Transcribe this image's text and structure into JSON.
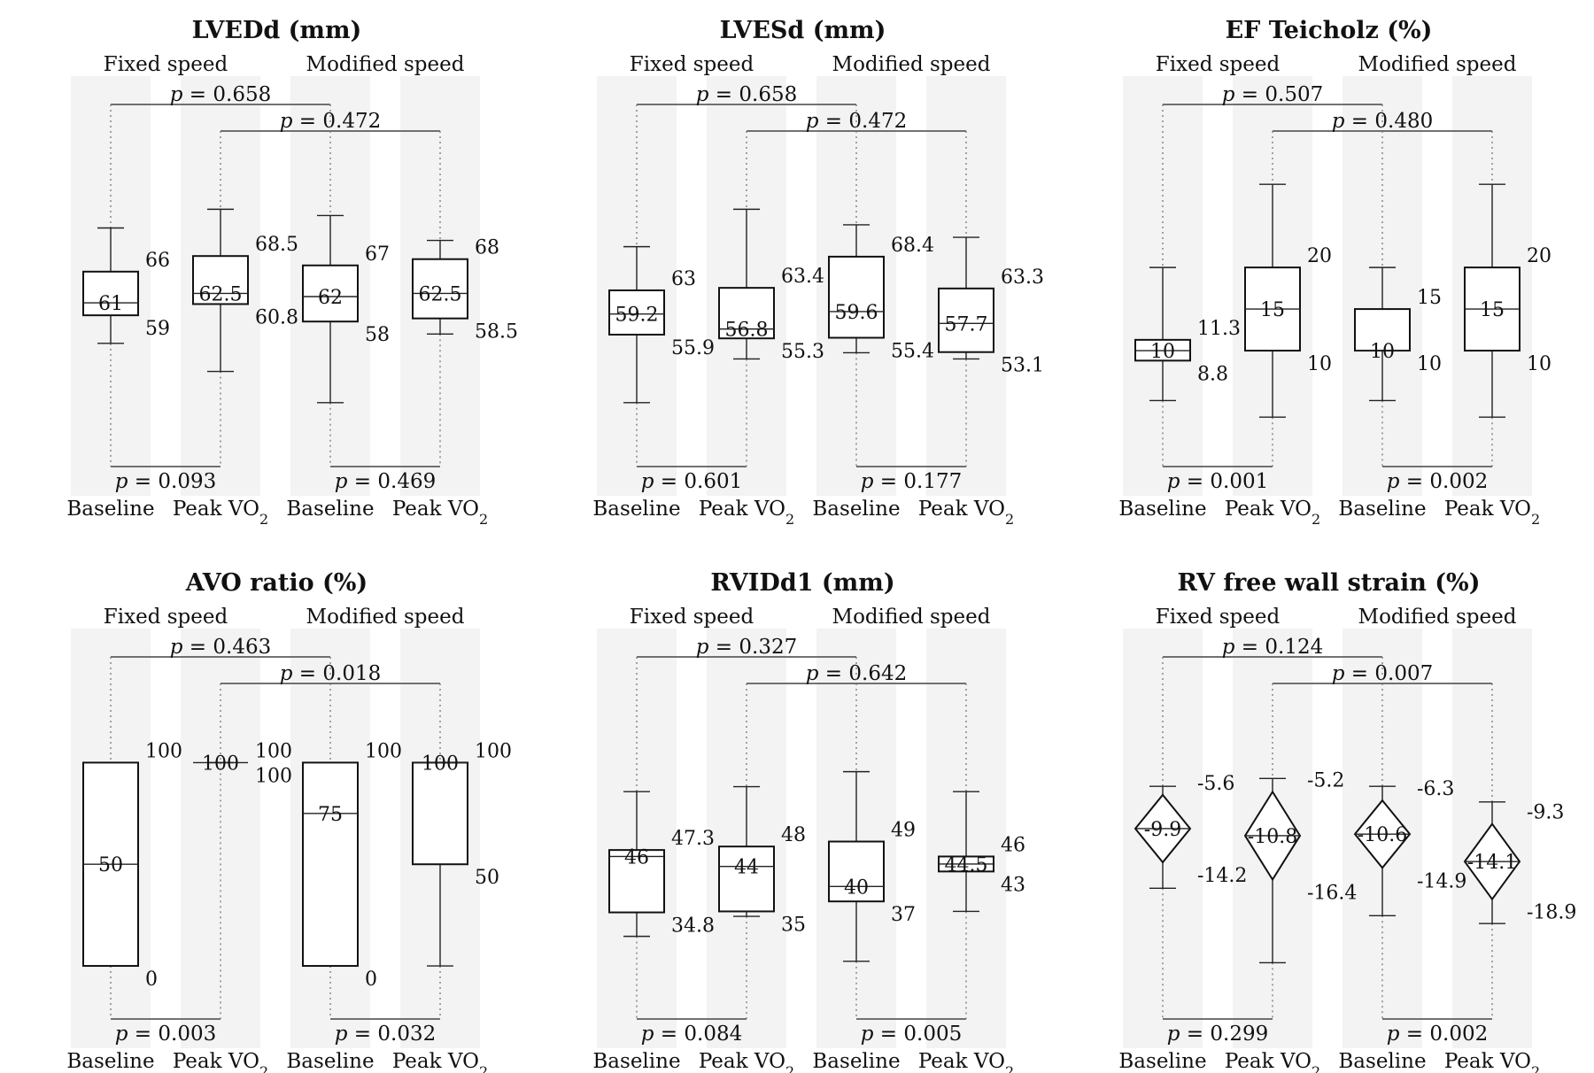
{
  "groups": [
    "Fixed speed",
    "Modified speed"
  ],
  "categories": [
    "Baseline",
    "Peak VO",
    "Baseline",
    "Peak VO"
  ],
  "category_subscript": "2",
  "chart_data": [
    {
      "type": "box",
      "title": "LVEDd (mm)",
      "ylim": [
        40,
        84
      ],
      "boxes": [
        {
          "shape": "box",
          "whisker_low": 54.5,
          "q1": 59,
          "median": 61,
          "q3": 66,
          "whisker_high": 73,
          "labels": {
            "q3": "66",
            "median": "61",
            "q1": "59"
          }
        },
        {
          "shape": "box",
          "whisker_low": 50,
          "q1": 60.8,
          "median": 62.5,
          "q3": 68.5,
          "whisker_high": 76,
          "labels": {
            "q3": "68.5",
            "median": "62.5",
            "q1": "60.8"
          }
        },
        {
          "shape": "box",
          "whisker_low": 45,
          "q1": 58,
          "median": 62,
          "q3": 67,
          "whisker_high": 75,
          "labels": {
            "q3": "67",
            "median": "62",
            "q1": "58"
          }
        },
        {
          "shape": "box",
          "whisker_low": 56,
          "q1": 58.5,
          "median": 62.5,
          "q3": 68,
          "whisker_high": 71,
          "labels": {
            "q3": "68",
            "median": "62.5",
            "q1": "58.5"
          }
        }
      ],
      "p_top": [
        "p = 0.658",
        "p = 0.472"
      ],
      "p_bottom": [
        "p = 0.093",
        "p = 0.469"
      ]
    },
    {
      "type": "box",
      "title": "LVESd (mm)",
      "ylim": [
        40,
        84
      ],
      "boxes": [
        {
          "shape": "box",
          "whisker_low": 45,
          "q1": 55.9,
          "median": 59.2,
          "q3": 63,
          "whisker_high": 70,
          "labels": {
            "q3": "63",
            "median": "59.2",
            "q1": "55.9"
          }
        },
        {
          "shape": "box",
          "whisker_low": 52,
          "q1": 55.3,
          "median": 56.8,
          "q3": 63.4,
          "whisker_high": 76,
          "labels": {
            "q3": "63.4",
            "median": "56.8",
            "q1": "55.3"
          }
        },
        {
          "shape": "box",
          "whisker_low": 53,
          "q1": 55.4,
          "median": 59.6,
          "q3": 68.4,
          "whisker_high": 73.5,
          "labels": {
            "q3": "68.4",
            "median": "59.6",
            "q1": "55.4"
          }
        },
        {
          "shape": "box",
          "whisker_low": 52,
          "q1": 53.1,
          "median": 57.7,
          "q3": 63.3,
          "whisker_high": 71.5,
          "labels": {
            "q3": "63.3",
            "median": "57.7",
            "q1": "53.1"
          }
        }
      ],
      "p_top": [
        "p = 0.658",
        "p = 0.472"
      ],
      "p_bottom": [
        "p = 0.601",
        "p = 0.177"
      ]
    },
    {
      "type": "box",
      "title": "EF Teicholz (%)",
      "ylim": [
        0,
        33
      ],
      "boxes": [
        {
          "shape": "box",
          "whisker_low": 4,
          "q1": 8.8,
          "median": 10,
          "q3": 11.3,
          "whisker_high": 20,
          "labels": {
            "q3": "11.3",
            "median": "10",
            "q1": "8.8"
          }
        },
        {
          "shape": "box",
          "whisker_low": 2,
          "q1": 10,
          "median": 15,
          "q3": 20,
          "whisker_high": 30,
          "labels": {
            "q3": "20",
            "median": "15",
            "q1": "10"
          }
        },
        {
          "shape": "box",
          "whisker_low": 4,
          "q1": 10,
          "median": 10,
          "q3": 15,
          "whisker_high": 20,
          "labels": {
            "q3": "15",
            "median": "10",
            "q1": "10"
          }
        },
        {
          "shape": "box",
          "whisker_low": 2,
          "q1": 10,
          "median": 15,
          "q3": 20,
          "whisker_high": 30,
          "labels": {
            "q3": "20",
            "median": "15",
            "q1": "10"
          }
        }
      ],
      "p_top": [
        "p = 0.507",
        "p = 0.480"
      ],
      "p_bottom": [
        "p = 0.001",
        "p = 0.002"
      ]
    },
    {
      "type": "box",
      "title": "AVO ratio (%)",
      "ylim": [
        -10,
        125
      ],
      "boxes": [
        {
          "shape": "box",
          "whisker_low": 0,
          "q1": 0,
          "median": 50,
          "q3": 100,
          "whisker_high": 100,
          "labels": {
            "q3": "100",
            "median": "50",
            "q1": "0"
          }
        },
        {
          "shape": "box",
          "whisker_low": 100,
          "q1": 100,
          "median": 100,
          "q3": 100,
          "whisker_high": 100,
          "labels": {
            "q3": "100",
            "median": "100",
            "q1": "100"
          }
        },
        {
          "shape": "box",
          "whisker_low": 0,
          "q1": 0,
          "median": 75,
          "q3": 100,
          "whisker_high": 100,
          "labels": {
            "q3": "100",
            "median": "75",
            "q1": "0"
          }
        },
        {
          "shape": "box",
          "whisker_low": 0,
          "q1": 50,
          "median": 100,
          "q3": 100,
          "whisker_high": 100,
          "labels": {
            "q3": "100",
            "median": "100",
            "q1": "50"
          }
        }
      ],
      "p_top": [
        "p = 0.463",
        "p = 0.018"
      ],
      "p_bottom": [
        "p = 0.003",
        "p = 0.032"
      ]
    },
    {
      "type": "box",
      "title": "RVIDd1 (mm)",
      "ylim": [
        20,
        75
      ],
      "boxes": [
        {
          "shape": "box",
          "whisker_low": 30,
          "q1": 34.8,
          "median": 46,
          "q3": 47.3,
          "whisker_high": 59,
          "labels": {
            "q3": "47.3",
            "median": "46",
            "q1": "34.8"
          }
        },
        {
          "shape": "box",
          "whisker_low": 34,
          "q1": 35,
          "median": 44,
          "q3": 48,
          "whisker_high": 60,
          "labels": {
            "q3": "48",
            "median": "44",
            "q1": "35"
          }
        },
        {
          "shape": "box",
          "whisker_low": 25,
          "q1": 37,
          "median": 40,
          "q3": 49,
          "whisker_high": 63,
          "labels": {
            "q3": "49",
            "median": "40",
            "q1": "37"
          }
        },
        {
          "shape": "box",
          "whisker_low": 35,
          "q1": 43,
          "median": 44.5,
          "q3": 46,
          "whisker_high": 59,
          "labels": {
            "q3": "46",
            "median": "44.5",
            "q1": "43"
          }
        }
      ],
      "p_top": [
        "p = 0.327",
        "p = 0.642"
      ],
      "p_bottom": [
        "p = 0.084",
        "p = 0.005"
      ]
    },
    {
      "type": "box",
      "title": "RV free wall strain (%)",
      "ylim": [
        -30,
        5
      ],
      "boxes": [
        {
          "shape": "diamond",
          "whisker_low": -17.5,
          "q1": -14.2,
          "median": -9.9,
          "q3": -5.6,
          "whisker_high": -4.5,
          "labels": {
            "q3": "-5.6",
            "median": "-9.9",
            "q1": "-14.2"
          }
        },
        {
          "shape": "diamond",
          "whisker_low": -27,
          "q1": -16.4,
          "median": -10.8,
          "q3": -5.2,
          "whisker_high": -3.5,
          "labels": {
            "q3": "-5.2",
            "median": "-10.8",
            "q1": "-16.4"
          }
        },
        {
          "shape": "diamond",
          "whisker_low": -21,
          "q1": -14.9,
          "median": -10.6,
          "q3": -6.3,
          "whisker_high": -4.5,
          "labels": {
            "q3": "-6.3",
            "median": "-10.6",
            "q1": "-14.9"
          }
        },
        {
          "shape": "diamond",
          "whisker_low": -22,
          "q1": -18.9,
          "median": -14.1,
          "q3": -9.3,
          "whisker_high": -6.5,
          "labels": {
            "q3": "-9.3",
            "median": "-14.1",
            "q1": "-18.9"
          }
        }
      ],
      "p_top": [
        "p = 0.124",
        "p = 0.007"
      ],
      "p_bottom": [
        "p = 0.299",
        "p = 0.002"
      ]
    }
  ]
}
